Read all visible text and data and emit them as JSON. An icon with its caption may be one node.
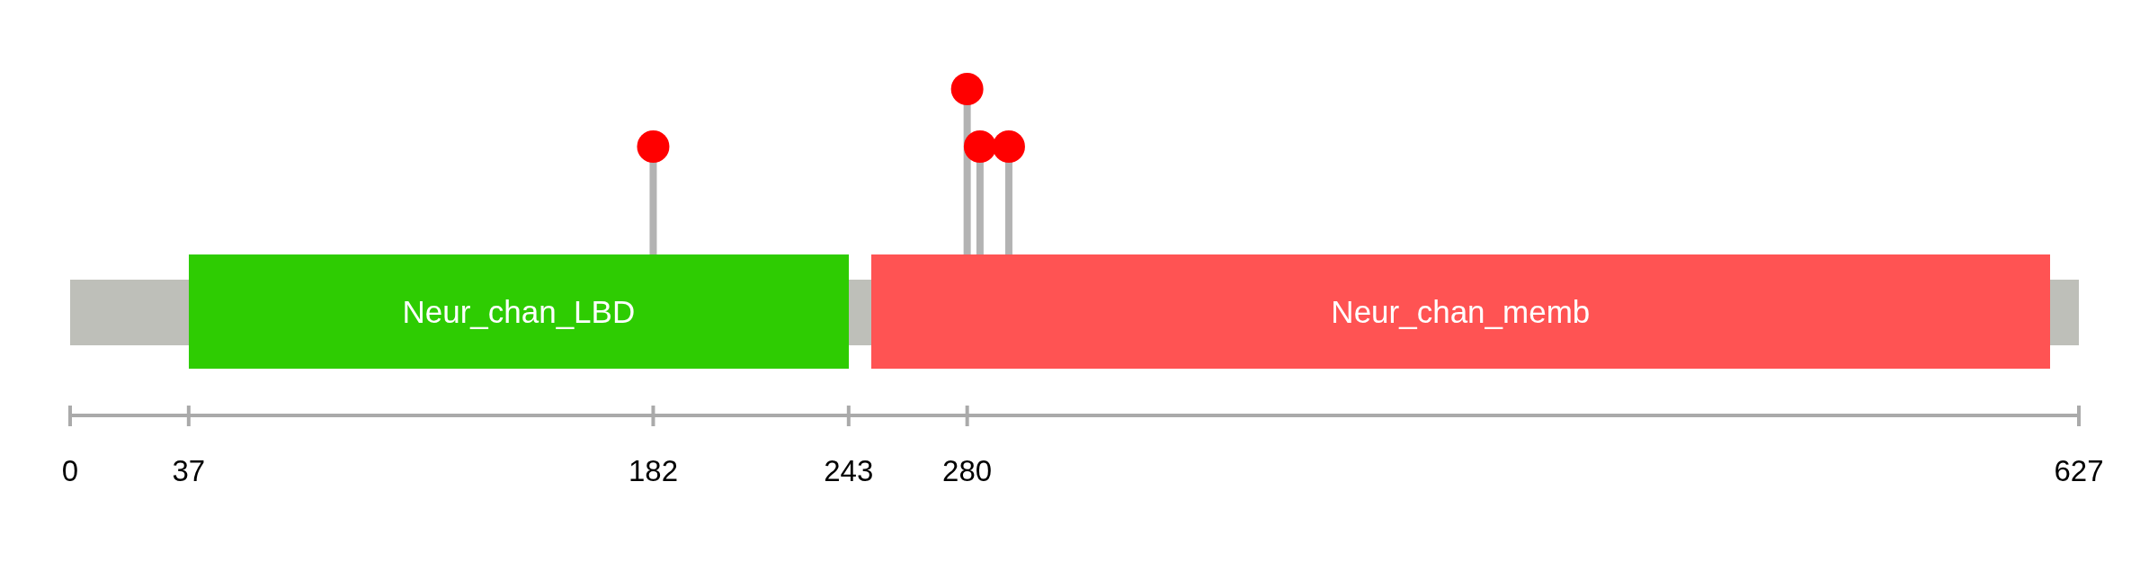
{
  "diagram": {
    "nodes": [
      {
        "text": [
          "Neur_chan_LBD"
        ]
      },
      {
        "text": [
          "Neur_chan_memb"
        ]
      }
    ],
    "labels": [
      "0",
      "37",
      "182",
      "243",
      "280",
      "627"
    ]
  }
}
